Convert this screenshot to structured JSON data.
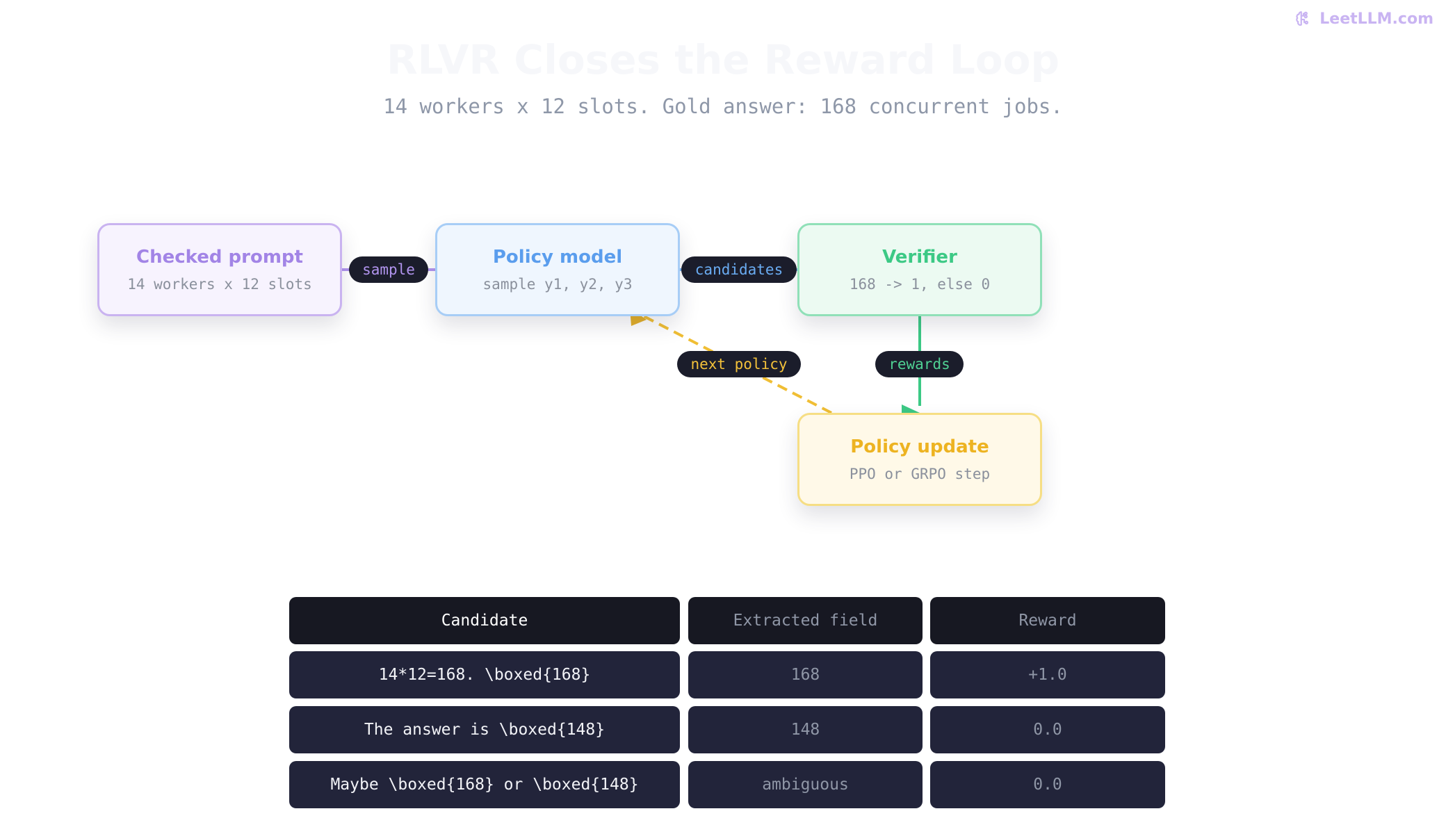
{
  "brand": {
    "name": "LeetLLM.com",
    "icon": "brain-icon"
  },
  "header": {
    "title": "RLVR Closes the Reward Loop",
    "subtitle": "14 workers x 12 slots. Gold answer: 168 concurrent jobs."
  },
  "nodes": {
    "prompt": {
      "title": "Checked prompt",
      "subtitle": "14 workers x 12 slots"
    },
    "policy": {
      "title": "Policy model",
      "subtitle": "sample y1, y2, y3"
    },
    "verifier": {
      "title": "Verifier",
      "subtitle": "168 -> 1, else 0"
    },
    "update": {
      "title": "Policy update",
      "subtitle": "PPO or GRPO step"
    }
  },
  "edges": {
    "sample": "sample",
    "candidates": "candidates",
    "next_policy": "next policy",
    "rewards": "rewards"
  },
  "colors": {
    "prompt": "#a284e6",
    "policy": "#5a9ded",
    "verifier": "#3cc985",
    "update": "#edb321",
    "pill_bg": "#1b1d2b"
  },
  "table": {
    "headers": [
      "Candidate",
      "Extracted field",
      "Reward"
    ],
    "rows": [
      [
        "14*12=168. \\boxed{168}",
        "168",
        "+1.0"
      ],
      [
        "The answer is \\boxed{148}",
        "148",
        "0.0"
      ],
      [
        "Maybe \\boxed{168} or \\boxed{148}",
        "ambiguous",
        "0.0"
      ]
    ]
  }
}
